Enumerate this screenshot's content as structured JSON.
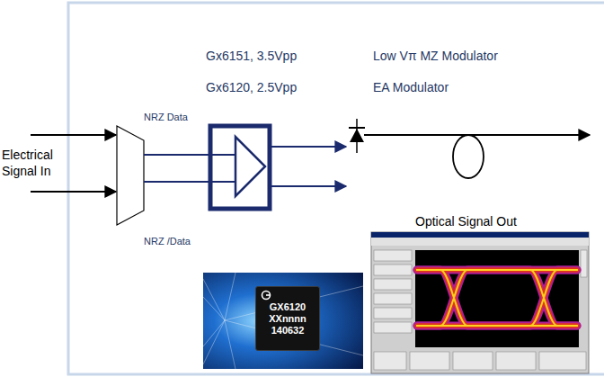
{
  "diagram": {
    "nodes": [
      {
        "text": [
          "GX6120 XXnnnn 140632"
        ]
      }
    ],
    "labels": [
      "Gx6151, 3.5Vpp",
      "Low Vπ MZ Modulator",
      "Gx6120, 2.5Vpp",
      "EA Modulator",
      "Electrical Signal In",
      "NRZ Data",
      "NRZ /Data",
      "Optical Signal Out"
    ]
  }
}
